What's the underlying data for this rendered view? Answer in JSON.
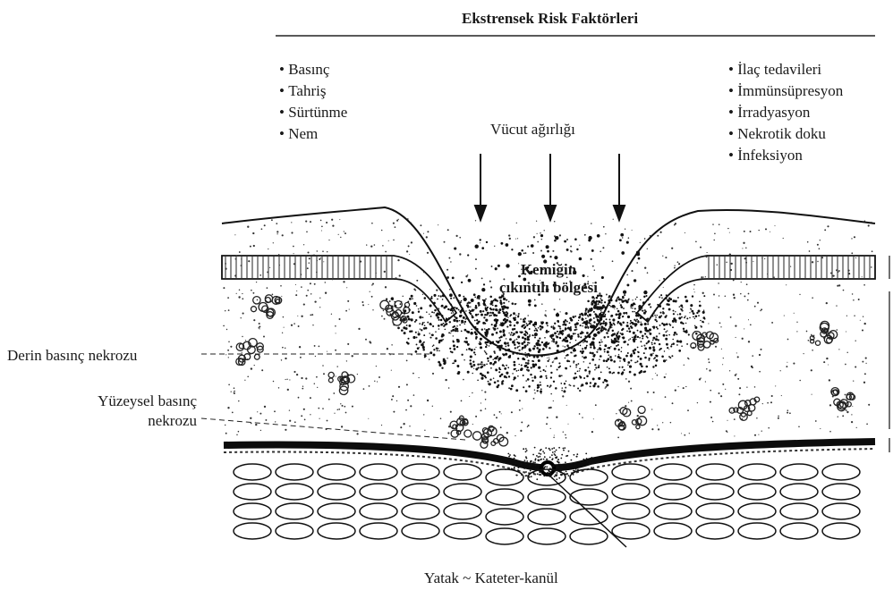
{
  "title": "Ekstrensek Risk Faktörleri",
  "left_factors": [
    "Basınç",
    "Tahriş",
    "Sürtünme",
    "Nem"
  ],
  "right_factors": [
    "İlaç tedavileri",
    "İmmünsüpresyon",
    "İrradyasyon",
    "Nekrotik doku",
    "İnfeksiyon"
  ],
  "body_weight": "Vücut ağırlığı",
  "bone_label_line1": "Kemiğin",
  "bone_label_line2": "çıkıntılı bölgesi",
  "deep_necrosis": "Derin basınç nekrozu",
  "superficial_line1": "Yüzeysel basınç",
  "superficial_line2": "nekrozu",
  "bottom_caption": "Yatak ~ Kateter-kanül"
}
